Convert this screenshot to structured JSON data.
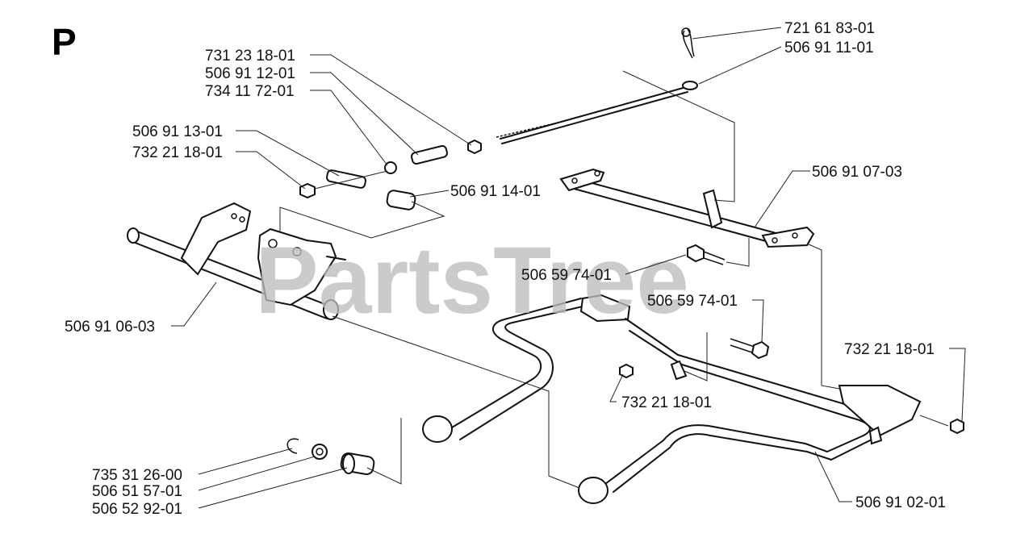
{
  "diagram": {
    "section_letter": "P",
    "watermark": "PartsTree",
    "part_labels": [
      "721 61 83-01",
      "506 91 11-01",
      "731 23 18-01",
      "506 91 12-01",
      "734 11 72-01",
      "506 91 13-01",
      "732 21 18-01",
      "506 91 14-01",
      "506 91 07-03",
      "506 59 74-01",
      "506 59 74-01",
      "506 91 06-03",
      "732 21 18-01",
      "732 21 18-01",
      "735 31 26-00",
      "506 51 57-01",
      "506 52 92-01",
      "506 91 02-01"
    ]
  }
}
